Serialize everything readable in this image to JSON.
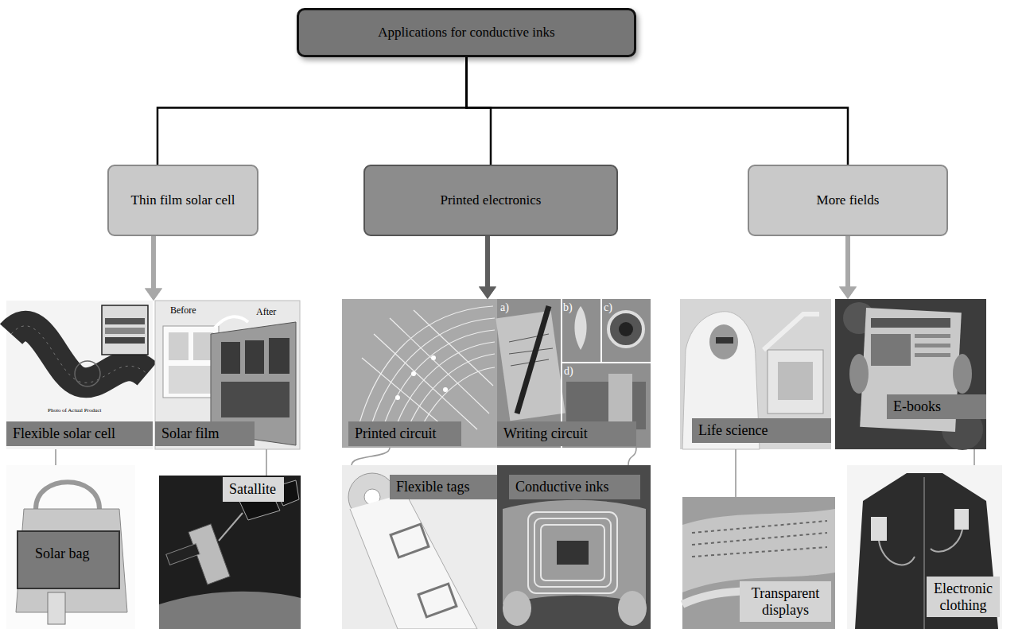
{
  "diagram": {
    "nodes": [
      {
        "text": [
          "Applications for conductive inks"
        ]
      },
      {
        "text": [
          "Thin film solar cell"
        ]
      },
      {
        "text": [
          "Printed electronics"
        ]
      },
      {
        "text": [
          "More fields"
        ]
      },
      {
        "text": [
          "Flexible solar cell"
        ]
      },
      {
        "text": [
          "Solar film"
        ]
      },
      {
        "text": [
          "Printed circuit"
        ]
      },
      {
        "text": [
          "Writing circuit"
        ]
      },
      {
        "text": [
          "Life science"
        ]
      },
      {
        "text": [
          "E-books"
        ]
      },
      {
        "text": [
          "Solar bag"
        ]
      },
      {
        "text": [
          "Satallite"
        ]
      },
      {
        "text": [
          "Flexible tags"
        ]
      },
      {
        "text": [
          "Conductive inks"
        ]
      },
      {
        "text": [
          "Transparent displays"
        ]
      },
      {
        "text": [
          "Electronic clothing"
        ]
      }
    ],
    "edges": [
      {
        "from": 0,
        "to": 1,
        "arrow": "none"
      },
      {
        "from": 0,
        "to": 2,
        "arrow": "none"
      },
      {
        "from": 0,
        "to": 3,
        "arrow": "none"
      },
      {
        "from": 1,
        "to": 4,
        "arrow": "to"
      },
      {
        "from": 1,
        "to": 5,
        "arrow": "to"
      },
      {
        "from": 2,
        "to": 6,
        "arrow": "to"
      },
      {
        "from": 2,
        "to": 7,
        "arrow": "to"
      },
      {
        "from": 3,
        "to": 8,
        "arrow": "to"
      },
      {
        "from": 3,
        "to": 9,
        "arrow": "to"
      },
      {
        "from": 4,
        "to": 10,
        "arrow": "none"
      },
      {
        "from": 5,
        "to": 11,
        "arrow": "none"
      },
      {
        "from": 6,
        "to": 12,
        "arrow": "none"
      },
      {
        "from": 7,
        "to": 13,
        "arrow": "none"
      },
      {
        "from": 8,
        "to": 14,
        "arrow": "none"
      },
      {
        "from": 9,
        "to": 15,
        "arrow": "none"
      }
    ],
    "labels": [
      "Before",
      "After",
      "Photo of Actual Product",
      "a)",
      "b)",
      "c)",
      "d)"
    ]
  }
}
